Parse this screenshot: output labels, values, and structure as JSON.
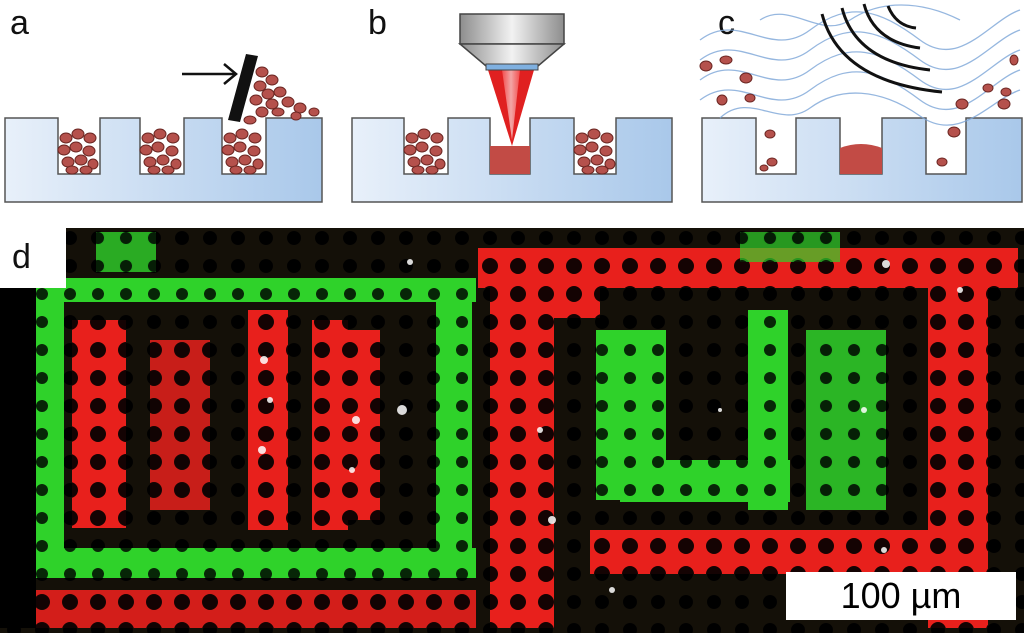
{
  "figure": {
    "panels": {
      "a": {
        "label": "a"
      },
      "b": {
        "label": "b"
      },
      "c": {
        "label": "c"
      },
      "d": {
        "label": "d"
      }
    },
    "scale_bar": {
      "text": "100 µm"
    },
    "colors": {
      "substrate_top": "#e6eef8",
      "substrate_bottom": "#9cc0e6",
      "particle": "#b5514c",
      "laser": "#e02020",
      "fluor_red": "#e8201c",
      "fluor_green": "#2fd22a"
    }
  }
}
